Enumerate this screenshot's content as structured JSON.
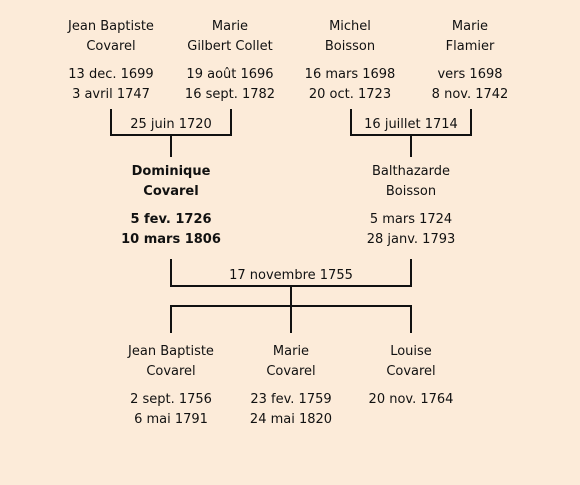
{
  "grandparents": [
    {
      "id": "jb-covarel-sr",
      "name": [
        "Jean Baptiste",
        "Covarel"
      ],
      "dates": [
        "13 dec. 1699",
        "3 avril 1747"
      ]
    },
    {
      "id": "marie-gilbert-collet",
      "name": [
        "Marie",
        "Gilbert Collet"
      ],
      "dates": [
        "19 août 1696",
        "16 sept. 1782"
      ]
    },
    {
      "id": "michel-boisson",
      "name": [
        "Michel",
        "Boisson"
      ],
      "dates": [
        "16 mars 1698",
        "20 oct. 1723"
      ]
    },
    {
      "id": "marie-flamier",
      "name": [
        "Marie",
        "Flamier"
      ],
      "dates": [
        "vers 1698",
        "8 nov. 1742"
      ]
    }
  ],
  "parents": [
    {
      "id": "dominique-covarel",
      "name": [
        "Dominique",
        "Covarel"
      ],
      "dates": [
        "5 fev. 1726",
        "10 mars 1806"
      ],
      "highlighted": true
    },
    {
      "id": "balthazarde-boisson",
      "name": [
        "Balthazarde",
        "Boisson"
      ],
      "dates": [
        "5 mars 1724",
        "28 janv. 1793"
      ],
      "highlighted": false
    }
  ],
  "children": [
    {
      "id": "jb-covarel-jr",
      "name": [
        "Jean Baptiste",
        "Covarel"
      ],
      "dates": [
        "2 sept. 1756",
        "6 mai 1791"
      ]
    },
    {
      "id": "marie-covarel",
      "name": [
        "Marie",
        "Covarel"
      ],
      "dates": [
        "23 fev. 1759",
        "24 mai 1820"
      ]
    },
    {
      "id": "louise-covarel",
      "name": [
        "Louise",
        "Covarel"
      ],
      "dates": [
        "20 nov. 1764"
      ]
    }
  ],
  "marriages": {
    "paternal": "25 juin 1720",
    "maternal": "16 juillet 1714",
    "parents": "17 novembre 1755"
  },
  "colors": {
    "background": "#fcebd9",
    "line": "#111111"
  }
}
